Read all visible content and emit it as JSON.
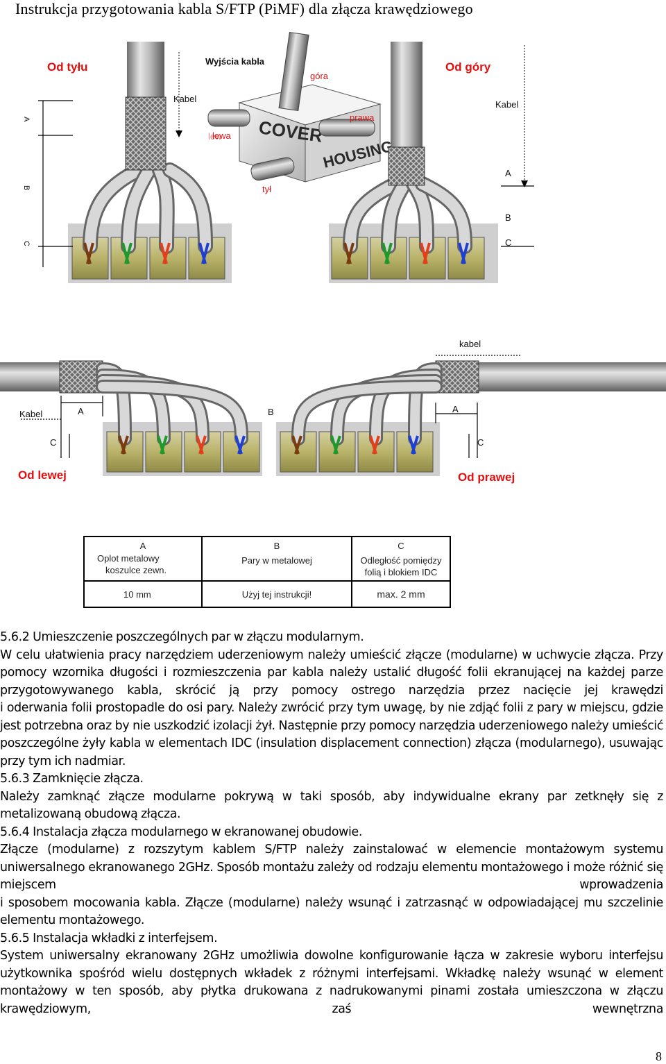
{
  "page": {
    "title": "Instrukcja przygotowania kabla S/FTP (PiMF) dla złącza krawędziowego",
    "page_number": "8"
  },
  "figure_top": {
    "label_back": "Od tyłu",
    "label_top": "Od góry",
    "outputs_title": "Wyjścia kabla",
    "out_gora": "góra",
    "out_prawa": "prawa",
    "out_lewa": "lewa",
    "out_lewa_overlap": "lew",
    "out_tyl": "tył",
    "cover_text": "COVER",
    "housing_text": "HOUSING",
    "cable_left": "Kabel",
    "cable_right": "Kabel",
    "left_dim_a": "A",
    "left_dim_b": "B",
    "left_dim_c": "C",
    "right_dim_a": "A",
    "right_dim_b": "B",
    "right_dim_c": "C"
  },
  "figure_bottom": {
    "cable_top": "kabel",
    "cable_left": "Kabel",
    "dim_a_left": "A",
    "dim_b": "B",
    "dim_a_right": "A",
    "dim_c_left": "C",
    "dim_c_right": "C",
    "label_left": "Od lewej",
    "label_right": "Od prawej"
  },
  "spec_table": {
    "headers": [
      "A",
      "B",
      "C"
    ],
    "row_desc": [
      "Oplot metalowy\nkoszulce zewn.",
      "Pary w metalowej",
      "Odległość pomiędzy\nfolią i blokiem IDC"
    ],
    "row_desc_a1": "Oplot metalowy",
    "row_desc_a2": "koszulce zewn.",
    "row_desc_b": "Pary w metalowej",
    "row_desc_c1": "Odległość pomiędzy",
    "row_desc_c2": "folią i blokiem IDC",
    "values": [
      "10 mm",
      "Użyj tej instrukcji!",
      "max. 2 mm"
    ]
  },
  "body": {
    "p1": "5.6.2 Umieszczenie poszczególnych par w złączu modularnym.",
    "p2a": "W celu ułatwienia pracy narzędziem uderzeniowym należy umieścić złącze (modularne) w uchwycie złącza. Przy pomocy wzornika długości i rozmieszczenia par kabla należy ustalić długość folii ekranującej na każdej parze przygotowywanego kabla, skrócić ją przy pomocy ostrego narzędzia przez nacięcie jej krawędzi",
    "p2b": "i oderwania folii prostopadle do osi pary. Należy zwrócić przy tym uwagę, by nie zdjąć folii z pary w miejscu, gdzie jest potrzebna oraz by nie uszkodzić izolacji żył. Następnie przy pomocy narzędzia uderzeniowego należy umieścić poszczególne żyły kabla w elementach IDC (insulation displacement connection) złącza (modularnego), usuwając przy tym ich nadmiar.",
    "p3": "5.6.3 Zamknięcie złącza.",
    "p4": "Należy zamknąć złącze modularne pokrywą w taki sposób, aby indywidualne ekrany par zetknęły się z metalizowaną obudową złącza.",
    "p5": "5.6.4 Instalacja złącza modularnego w ekranowanej obudowie.",
    "p6a": "Złącze (modularne) z rozszytym kablem S/FTP należy zainstalować w elemencie montażowym systemu uniwersalnego ekranowanego 2GHz. Sposób montażu zależy od rodzaju elementu montażowego i może różnić się miejscem wprowadzenia",
    "p6b": "i sposobem mocowania kabla. Złącze (modularne) należy wsunąć i zatrzasnąć w odpowiadającej mu szczelinie elementu montażowego.",
    "p7": "5.6.5 Instalacja wkładki z interfejsem.",
    "p8a": "System uniwersalny ekranowany 2GHz umożliwia dowolne konfigurowanie łącza w zakresie wyboru interfejsu użytkownika spośród wielu dostępnych wkładek z różnymi interfejsami. Wkładkę należy wsunąć w element montażowy w ten sposób, aby płytka drukowana z nadrukowanymi pinami została umieszczona w złączu krawędziowym, zaś wewnętrzna"
  },
  "colors": {
    "label_red": "#e01010",
    "cable_gray": "#a8a8a8",
    "braid": "#555555",
    "idc_yellow": "#b9b36a",
    "pair_brown": "#7a3b10",
    "pair_green": "#1f9a2a",
    "pair_orange": "#e2401a",
    "pair_blue": "#1f3fd0"
  }
}
